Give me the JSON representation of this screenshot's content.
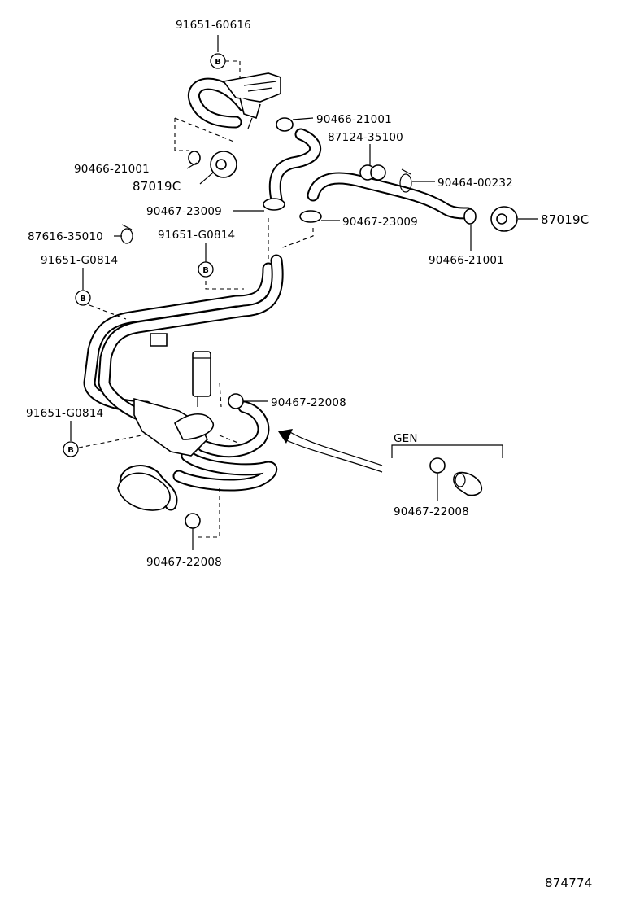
{
  "labels": {
    "p1": "91651-60616",
    "p2": "90466-21001",
    "p3": "87124-35100",
    "p4": "90466-21001",
    "p5": "87019C",
    "p6": "90464-00232",
    "p7": "90467-23009",
    "p8": "90467-23009",
    "p9": "87019C",
    "p10": "87616-35010",
    "p11": "91651-G0814",
    "p12": "90466-21001",
    "p13": "91651-G0814",
    "p14": "90467-22008",
    "p15": "91651-G0814",
    "p16": "GEN",
    "p17": "90467-22008",
    "p18": "90467-22008"
  },
  "marker_letter": "B",
  "figure_number": "874774"
}
